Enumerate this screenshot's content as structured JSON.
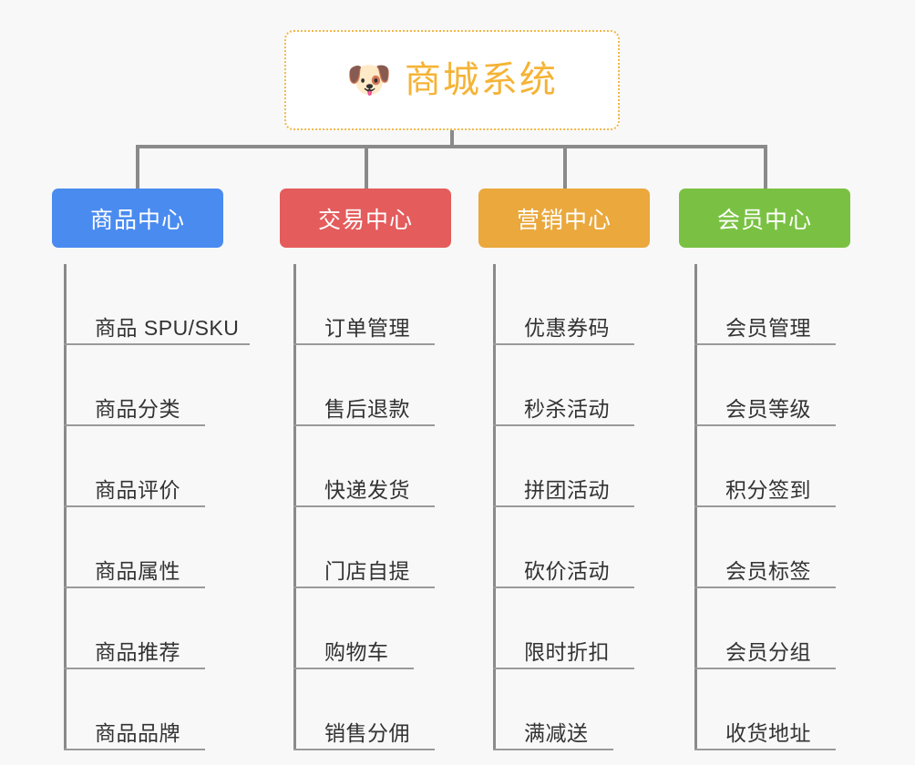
{
  "root": {
    "icon": "dog-face-emoji",
    "icon_glyph": "🐶",
    "title": "商城系统",
    "title_color": "#f5b335",
    "border_color": "#f0b84a"
  },
  "theme": {
    "background": "#f8f8f8",
    "connector_color": "#8a8a8a",
    "rule_color": "#9a9a9a",
    "item_text_color": "#333333"
  },
  "categories": [
    {
      "label": "商品中心",
      "color": "#4a8bf0",
      "items": [
        "商品 SPU/SKU",
        "商品分类",
        "商品评价",
        "商品属性",
        "商品推荐",
        "商品品牌"
      ]
    },
    {
      "label": "交易中心",
      "color": "#e45c5c",
      "items": [
        "订单管理",
        "售后退款",
        "快递发货",
        "门店自提",
        "购物车",
        "销售分佣"
      ]
    },
    {
      "label": "营销中心",
      "color": "#eaa83d",
      "items": [
        "优惠券码",
        "秒杀活动",
        "拼团活动",
        "砍价活动",
        "限时折扣",
        "满减送"
      ]
    },
    {
      "label": "会员中心",
      "color": "#7ac143",
      "items": [
        "会员管理",
        "会员等级",
        "积分签到",
        "会员标签",
        "会员分组",
        "收货地址"
      ]
    }
  ]
}
